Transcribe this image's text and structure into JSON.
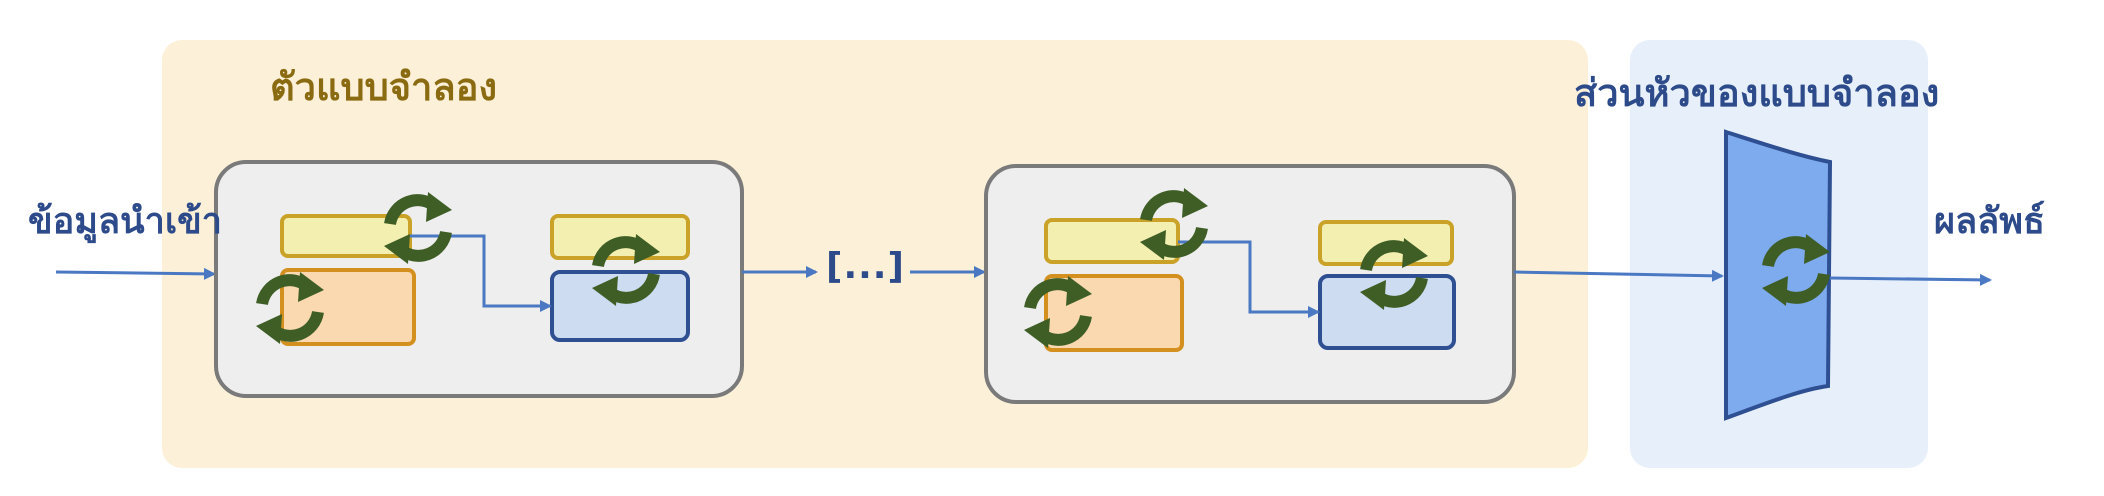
{
  "labels": {
    "model_title": "ตัวแบบจำลอง",
    "head_title": "ส่วนหัวของแบบจำลอง",
    "input": "ข้อมูลนำเข้า",
    "output": "ผลลัพธ์",
    "ellipsis": "[...]"
  },
  "colors": {
    "model_region": "#fcf1d8",
    "head_region": "#e7f0fa",
    "block_fill": "#eeeeee",
    "block_border": "#7a7a7a",
    "yellow_fill": "#f3efb0",
    "yellow_border": "#c9a227",
    "orange_fill": "#fbd9b0",
    "orange_border": "#d4901f",
    "blue_fill": "#cddcf0",
    "blue_border": "#2e4f92",
    "arrow": "#4a78c2",
    "refresh_icon": "#3e5e26",
    "head_fill": "#7eaaee",
    "head_border": "#2e4f92"
  },
  "icons": [
    "refresh-icon"
  ]
}
